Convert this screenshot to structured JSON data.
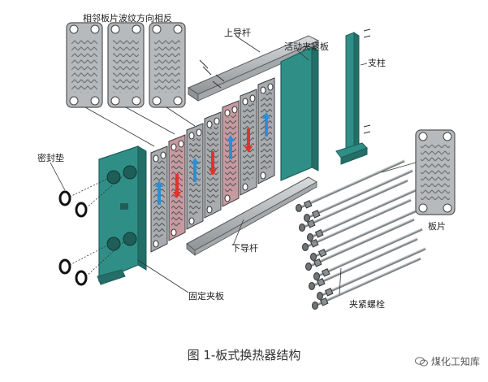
{
  "labels": {
    "plates_note": "相邻板片波纹方向相反",
    "upper_guide_bar": "上导杆",
    "movable_pressure_plate": "活动夹紧板",
    "support_column": "支柱",
    "gasket": "密封垫",
    "lower_guide_bar": "下导杆",
    "plate": "板片",
    "fixed_frame_plate": "固定夹板",
    "tightening_bolts": "夹紧螺栓"
  },
  "caption": "图 1-板式换热器结构",
  "watermark": "煤化工知库",
  "colors": {
    "frame_green": "#2f8f86",
    "plate_gray": "#a9acae",
    "plate_pink": "#c79aa0",
    "hot_flow": "#e2322b",
    "cold_flow": "#2a8fd6",
    "bar_gray": "#9ea3a6"
  }
}
